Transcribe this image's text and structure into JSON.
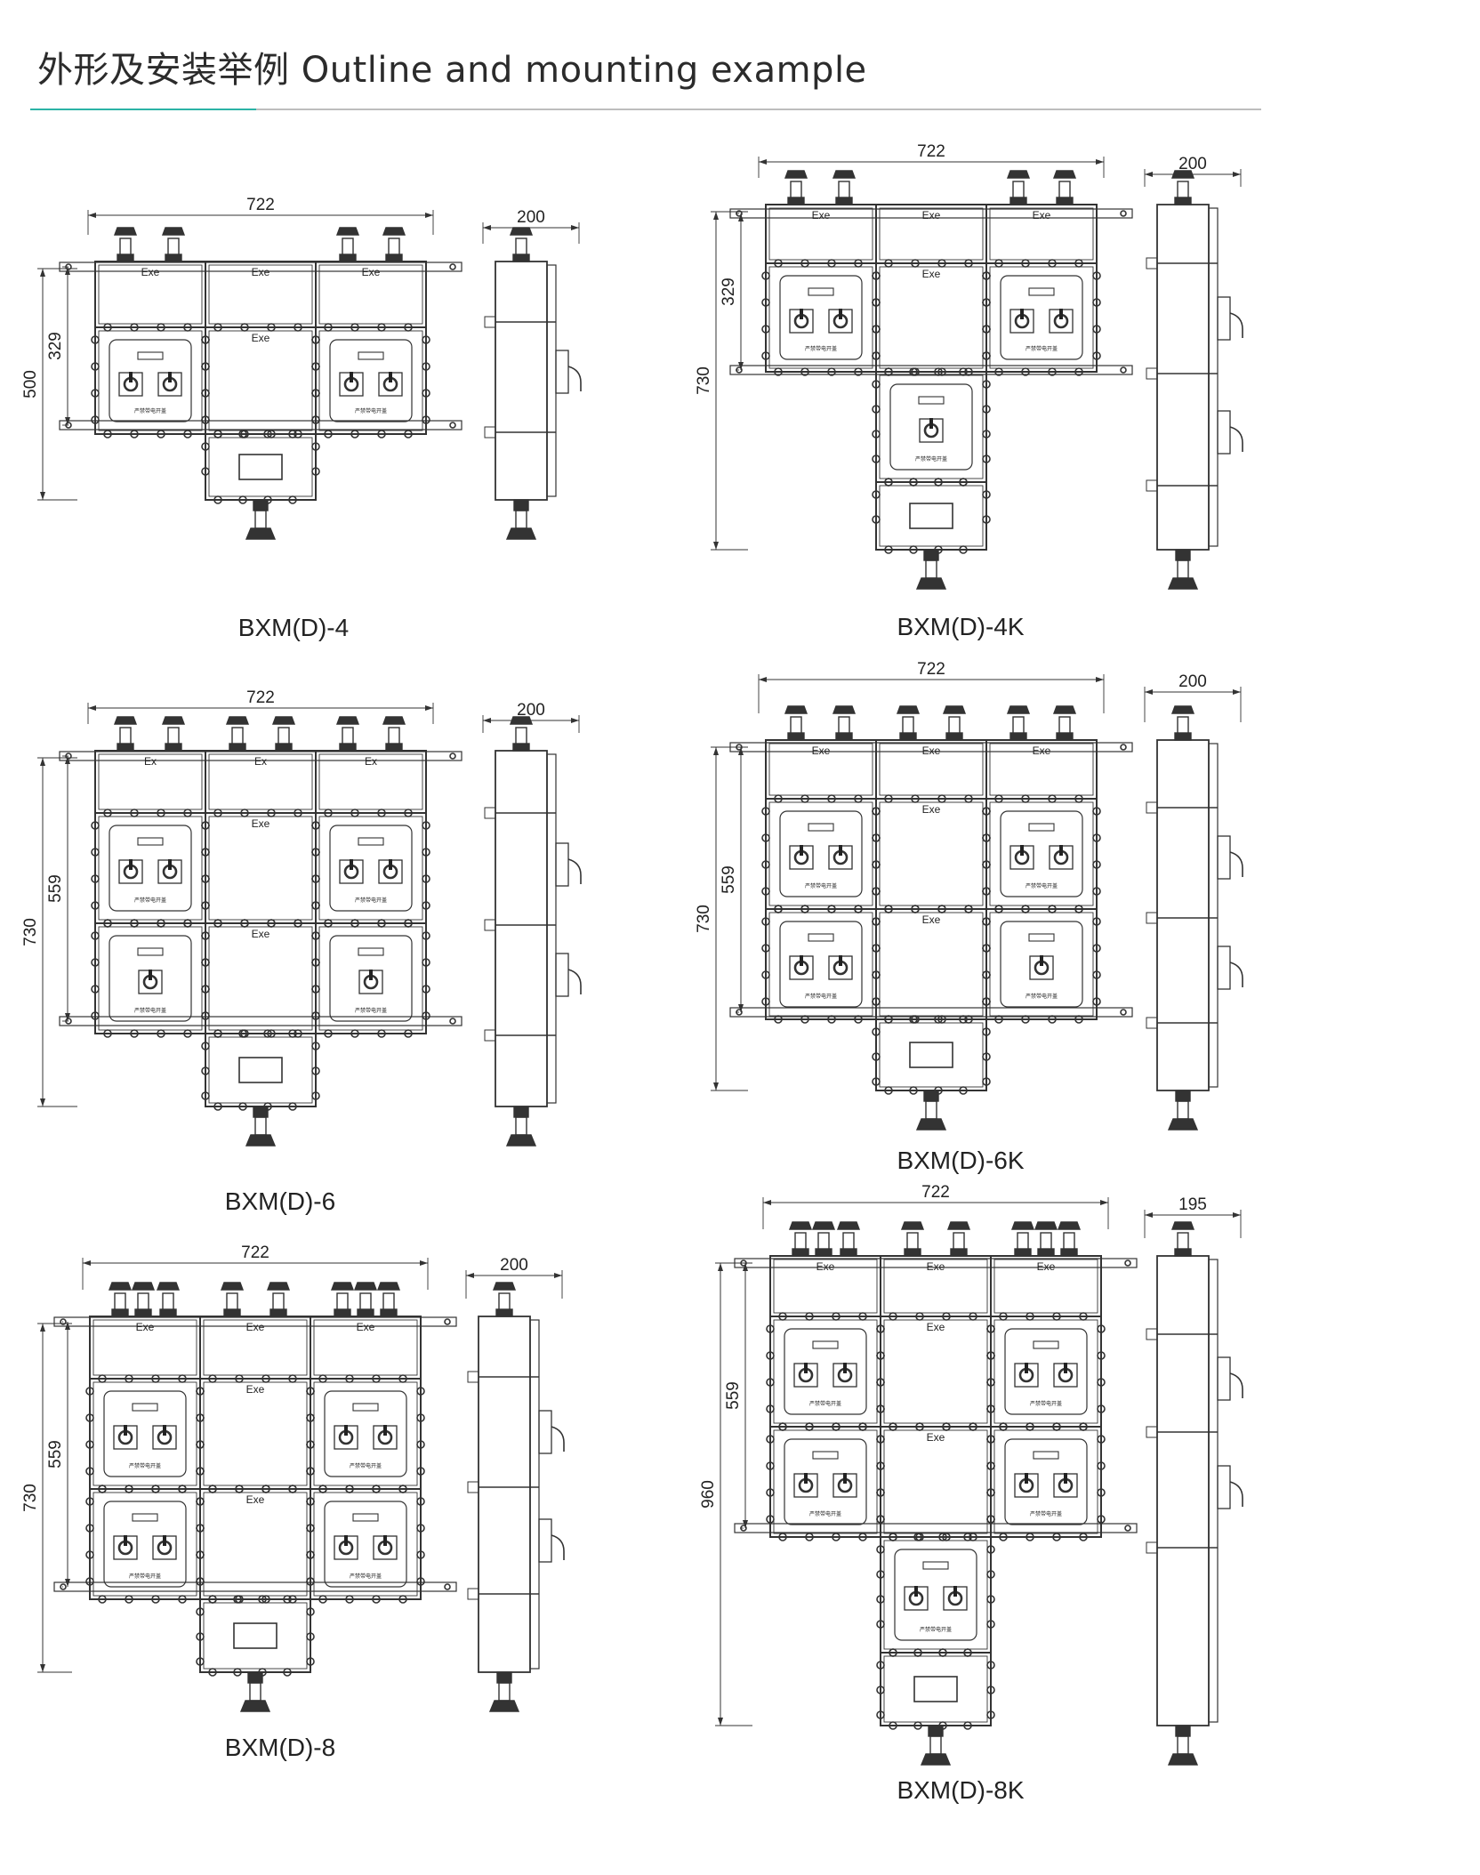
{
  "header": {
    "title": "外形及安装举例  Outline and mounting example",
    "accent_color": "#2bb3a6"
  },
  "diagrams": [
    {
      "caption": "BXM(D)-4",
      "width_dim": "722",
      "depth_dim": "200",
      "height_dims": [
        "500",
        "329"
      ],
      "labels": [
        "Exe",
        "Exe",
        "Exe",
        "Exe"
      ],
      "nameplate_text": "严禁带电开盖"
    },
    {
      "caption": "BXM(D)-4K",
      "width_dim": "722",
      "depth_dim": "200",
      "height_dims": [
        "730",
        "329"
      ],
      "labels": [
        "Exe",
        "Exe",
        "Exe",
        "Exe"
      ],
      "nameplate_text": "严禁带电开盖"
    },
    {
      "caption": "BXM(D)-6",
      "width_dim": "722",
      "depth_dim": "200",
      "height_dims": [
        "730",
        "559"
      ],
      "labels": [
        "Ex",
        "Ex",
        "Ex",
        "Exe",
        "Exe"
      ],
      "nameplate_text": "严禁带电开盖"
    },
    {
      "caption": "BXM(D)-6K",
      "width_dim": "722",
      "depth_dim": "200",
      "height_dims": [
        "730",
        "559"
      ],
      "labels": [
        "Exe",
        "Exe",
        "Exe",
        "Exe",
        "Exe"
      ],
      "nameplate_text": "严禁带电开盖"
    },
    {
      "caption": "BXM(D)-8",
      "width_dim": "722",
      "depth_dim": "200",
      "height_dims": [
        "730",
        "559"
      ],
      "labels": [
        "Exe",
        "Exe",
        "Exe",
        "Exe",
        "Exe"
      ],
      "nameplate_text": "严禁带电开盖"
    },
    {
      "caption": "BXM(D)-8K",
      "width_dim": "722",
      "depth_dim": "195",
      "height_dims": [
        "960",
        "559"
      ],
      "labels": [
        "Exe",
        "Exe",
        "Exe",
        "Exe",
        "Exe"
      ],
      "nameplate_text": "严禁带电开盖"
    }
  ]
}
